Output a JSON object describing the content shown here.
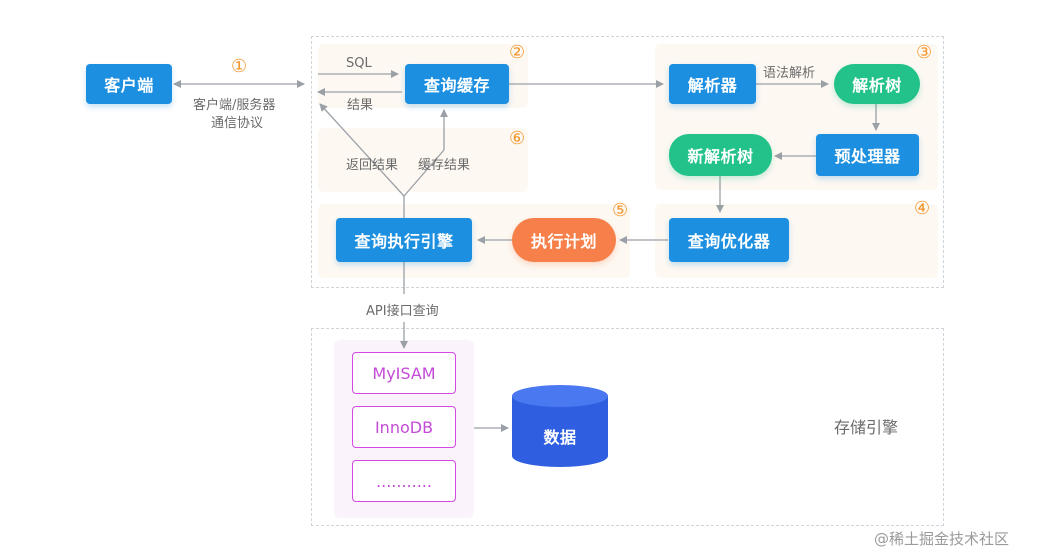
{
  "nodes": {
    "client": "客户端",
    "query_cache": "查询缓存",
    "parser": "解析器",
    "parse_tree": "解析树",
    "preprocessor": "预处理器",
    "new_parse_tree": "新解析树",
    "query_optimizer": "查询优化器",
    "execution_plan": "执行计划",
    "query_execution_engine": "查询执行引擎",
    "data": "数据"
  },
  "storage_engines": [
    "MyISAM",
    "InnoDB",
    "..........."
  ],
  "labels": {
    "protocol_line1": "客户端/服务器",
    "protocol_line2": "通信协议",
    "sql": "SQL",
    "result": "结果",
    "syntax_parse": "语法解析",
    "return_result": "返回结果",
    "cache_result": "缓存结果",
    "api_query": "API接口查询",
    "storage_engine": "存储引擎"
  },
  "steps": [
    "①",
    "②",
    "③",
    "④",
    "⑤",
    "⑥"
  ],
  "watermark": "@稀土掘金技术社区",
  "colors": {
    "blue": "#1d8fe0",
    "green": "#22c28a",
    "orange": "#f7804a",
    "engine_purple": "#d24adf",
    "database": "#2f5fe0",
    "step_number": "#f5962c"
  }
}
